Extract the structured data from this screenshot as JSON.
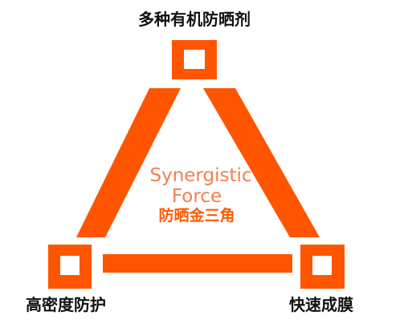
{
  "labels": {
    "top": "多种有机防晒剂",
    "left": "高密度防护",
    "right": "快速成膜"
  },
  "center": {
    "line1": "Synergistic",
    "line2": "Force",
    "line3": "防晒金三角"
  },
  "colors": {
    "accent": "#ff5500",
    "center_text_light": "#f47f4f",
    "center_text_bold": "#ff5a00",
    "label_text": "#111111",
    "background": "#ffffff"
  }
}
